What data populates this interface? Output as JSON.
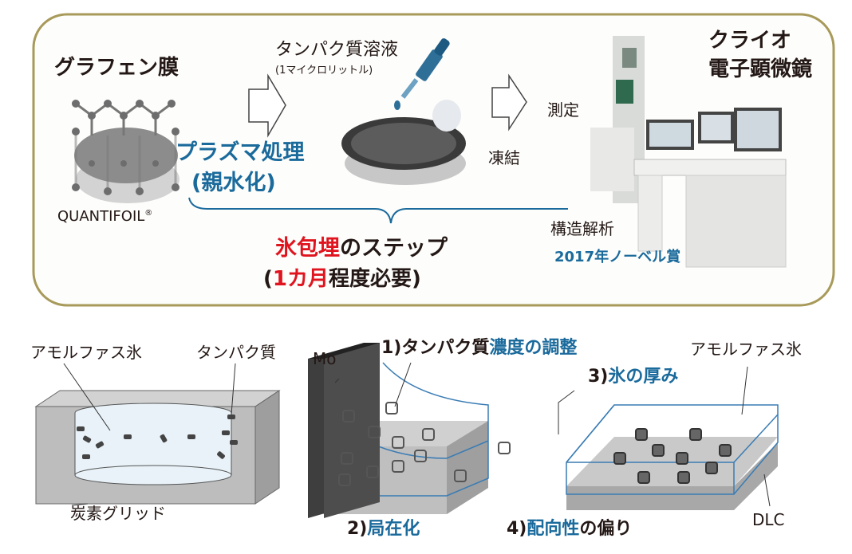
{
  "top_panel": {
    "graphene_title": "グラフェン膜",
    "quantifoil": "QUANTIFOIL",
    "registered_mark": "®",
    "protein_solution": "タンパク質溶液",
    "volume": "(1マイクロリットル)",
    "plasma_treatment": "プラズマ処理",
    "hydrophilic": "(親水化)",
    "freeze": "凍結",
    "measure": "測定",
    "microscope_line1": "クライオ",
    "microscope_line2": "電子顕微鏡",
    "structure_analysis": "構造解析",
    "nobel": "2017年ノーベル賞",
    "step_red": "氷包埋",
    "step_rest": "のステップ",
    "duration_open": "(",
    "duration_red": "1カ月",
    "duration_rest": "程度必要)"
  },
  "bottom_left": {
    "amorphous_ice": "アモルファス氷",
    "protein": "タンパク質",
    "carbon_grid": "炭素グリッド"
  },
  "bottom_right": {
    "mo": "Mo",
    "issue1_num": "1)",
    "issue1_black": "タンパク質",
    "issue1_blue": "濃度の調整",
    "issue2_num": "2)",
    "issue2_blue": "局在化",
    "issue3_num": "3)",
    "issue3_blue": "氷の厚み",
    "issue4_num": "4)",
    "issue4_blue": "配向性",
    "issue4_rest": "の偏り",
    "amorphous_ice": "アモルファス氷",
    "dlc": "DLC"
  },
  "colors": {
    "blue": "#1a6a9c",
    "red": "#e0141e",
    "frame": "#a89a5a"
  }
}
